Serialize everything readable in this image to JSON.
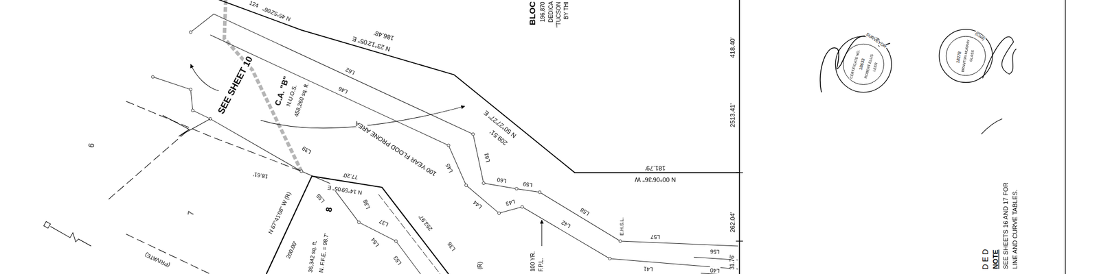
{
  "diagram": {
    "labels": [
      "124",
      "N 45°52'06\"",
      "N 23°12'05\" E",
      "186.48'",
      "N 50°27'27\" E",
      "209.51'",
      "181.79'",
      "N 00°06'36\" W",
      "418.40'",
      "2513.41'",
      "262.04'",
      "31.76'",
      "BLOC",
      "196,870",
      "DEDICA",
      "\"TUCSON",
      "BY THI",
      "SEE SHEET 10",
      "C.A. \"B\"",
      "N.U.O.S.",
      "458,260 sq. ft.",
      "100 YEAR FLOOD PRONE AREA",
      "6",
      "7",
      "8",
      "36,342 sq. ft.",
      "N. F.F.E. = 98.7'",
      "N 14°59'05\" E",
      "77.20'",
      "18.61'",
      "N 67°41'08\" W (R)",
      "200.00'",
      "253.97'",
      "(PRIVATE)",
      "100 YR.",
      "F.P.L.",
      "E.H.S.L.",
      "L62",
      "L46",
      "L61",
      "L60",
      "L59",
      "L58",
      "L57",
      "L56",
      "L45",
      "L44",
      "L43",
      "L42",
      "L41",
      "L40",
      "L39",
      "L55",
      "L38",
      "L37",
      "L54",
      "L53",
      "L36",
      "(R)",
      "SURVEYOR",
      "CERTIFICATE NO.",
      "18633",
      "ROBERT ELLIS",
      "LEER",
      "(Civil)",
      "18278",
      "BRANTON MURRAY",
      "GLASS",
      "D E D",
      "NOTE",
      "SEE SHEETS 16 AND 17 FOR",
      "LINE AND CURVE TABLES."
    ]
  }
}
